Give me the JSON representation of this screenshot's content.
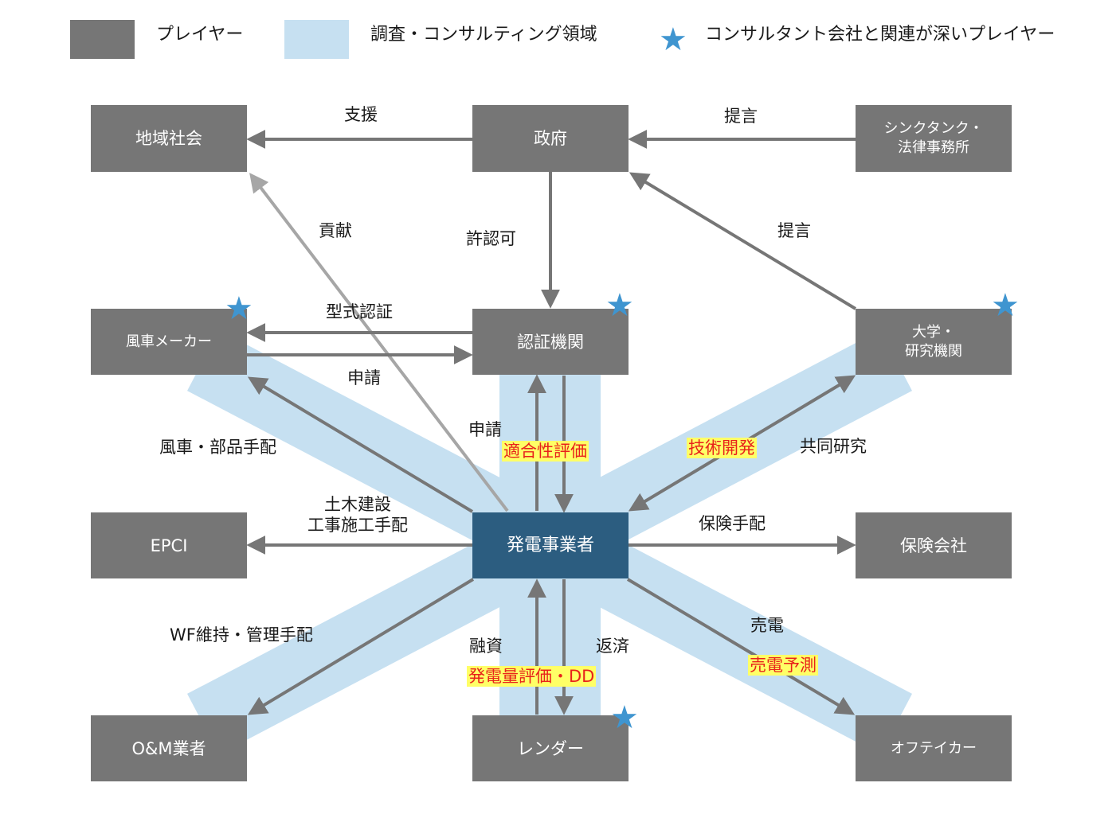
{
  "legend": {
    "player_label": "プレイヤー",
    "consulting_label": "調査・コンサルティング領域",
    "star_label": "コンサルタント会社と関連が深いプレイヤー",
    "star_glyph": "★"
  },
  "colors": {
    "player": "#767676",
    "core_player": "#2c5d80",
    "consulting_area": "#c6e0f1",
    "arrow": "#767676",
    "arrow_light": "#a6a6a6",
    "star": "#3f95d0",
    "highlight_bg": "#ffff66",
    "highlight_text": "#e8221b"
  },
  "nodes": {
    "local_community": "地域社会",
    "government": "政府",
    "think_tank": "シンクタンク・\n法律事務所",
    "turbine_maker": "風車メーカー",
    "certification_body": "認証機関",
    "university": "大学・\n研究機関",
    "epci": "EPCI",
    "power_producer": "発電事業者",
    "insurance": "保険会社",
    "om_operator": "O&M業者",
    "lender": "レンダー",
    "offtaker": "オフテイカー"
  },
  "edges": {
    "support": "支援",
    "proposal_top": "提言",
    "contribution": "貢献",
    "permits": "許認可",
    "proposal_right": "提言",
    "type_certification": "型式認証",
    "application_maker": "申請",
    "application_cert": "申請",
    "turbine_procurement": "風車・部品手配",
    "joint_research": "共同研究",
    "civil_works": "土木建設\n工事施工手配",
    "insurance_arrangement": "保険手配",
    "wf_maintenance": "WF維持・管理手配",
    "financing": "融資",
    "repayment": "返済",
    "power_sales": "売電"
  },
  "consulting": {
    "conformity": "適合性評価",
    "technology_dev": "技術開発",
    "energy_assessment": "発電量評価・DD",
    "sales_forecast": "売電予測"
  }
}
